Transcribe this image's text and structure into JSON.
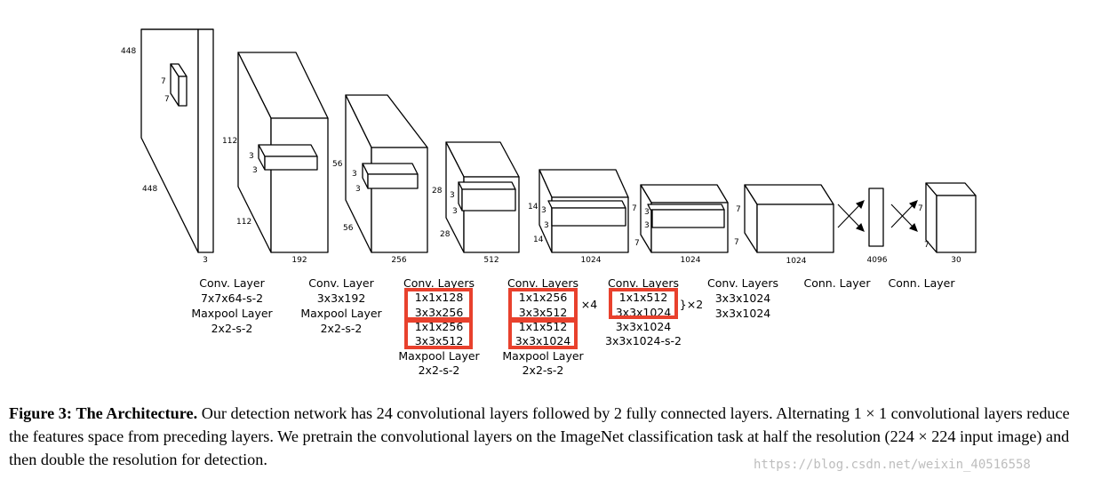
{
  "layers": [
    {
      "dims": {
        "h": "448",
        "w": "448",
        "d": "3",
        "kh": "7",
        "kw": "7"
      },
      "labels": [
        "Conv. Layer",
        "7x7x64-s-2",
        "Maxpool Layer",
        "2x2-s-2"
      ]
    },
    {
      "dims": {
        "h": "112",
        "w": "112",
        "d": "192",
        "kh": "3",
        "kw": "3"
      },
      "labels": [
        "Conv. Layer",
        "3x3x192",
        "Maxpool Layer",
        "2x2-s-2"
      ]
    },
    {
      "dims": {
        "h": "56",
        "w": "56",
        "d": "256",
        "kh": "3",
        "kw": "3"
      },
      "labels": [
        "Conv. Layers"
      ],
      "boxed": [
        "1x1x128",
        "3x3x256",
        "1x1x256",
        "3x3x512"
      ],
      "after": [
        "Maxpool Layer",
        "2x2-s-2"
      ]
    },
    {
      "dims": {
        "h": "28",
        "w": "28",
        "d": "512",
        "kh": "3",
        "kw": "3"
      },
      "labels": [
        "Conv. Layers"
      ],
      "boxed": [
        "1x1x256",
        "3x3x512",
        "1x1x512",
        "3x3x1024"
      ],
      "repeat": "×4",
      "after": [
        "Maxpool Layer",
        "2x2-s-2"
      ]
    },
    {
      "dims": {
        "h": "14",
        "w": "14",
        "d": "1024",
        "kh": "3",
        "kw": "3"
      },
      "labels": [
        "Conv. Layers"
      ],
      "boxed": [
        "1x1x512",
        "3x3x1024"
      ],
      "repeat": "}×2",
      "after": [
        "3x3x1024",
        "3x3x1024-s-2"
      ]
    },
    {
      "dims": {
        "h": "7",
        "w": "7",
        "d": "1024",
        "kh": "3",
        "kw": "3"
      },
      "labels": [
        "Conv. Layers",
        "3x3x1024",
        "3x3x1024"
      ]
    },
    {
      "dims": {
        "h": "7",
        "w": "7",
        "d": "1024"
      },
      "labels": [
        "Conn. Layer"
      ]
    },
    {
      "dims": {
        "d": "4096"
      },
      "labels": [
        "Conn. Layer"
      ]
    },
    {
      "dims": {
        "h": "7",
        "w": "7",
        "d": "30"
      },
      "labels": []
    }
  ],
  "caption": {
    "figure_label": "Figure 3:",
    "title": "The Architecture.",
    "text": "Our detection network has 24 convolutional layers followed by 2 fully connected layers. Alternating 1 × 1 convolutional layers reduce the features space from preceding layers. We pretrain the convolutional layers on the ImageNet classification task at half the resolution (224 × 224 input image) and then double the resolution for detection."
  },
  "watermark": "https://blog.csdn.net/weixin_40516558",
  "colors": {
    "highlight": "#e8412d",
    "line": "#000000"
  }
}
